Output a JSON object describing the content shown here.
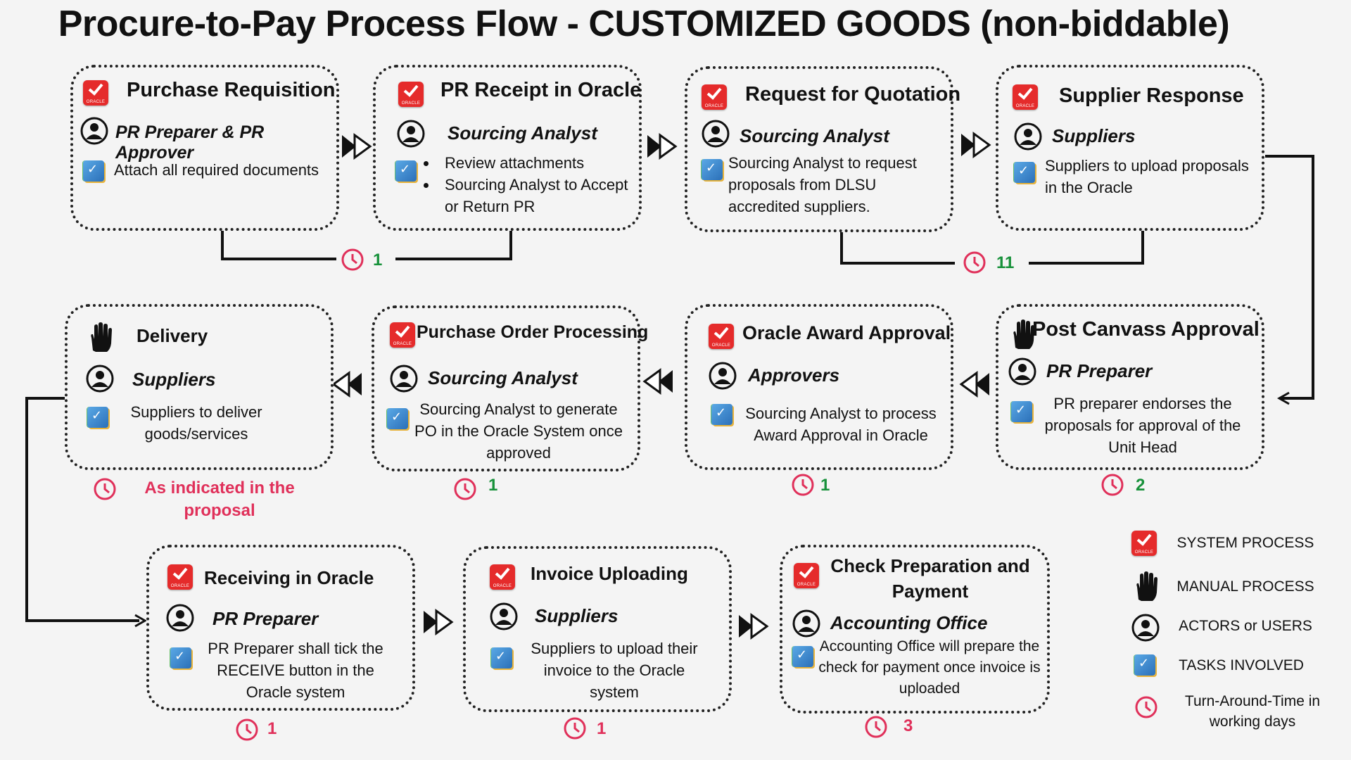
{
  "title": "Procure-to-Pay Process Flow - CUSTOMIZED GOODS (non-biddable)",
  "colors": {
    "system_red": "#e52b2b",
    "tat_green": "#17913a",
    "tat_red": "#e0305a",
    "border": "#222222"
  },
  "steps": [
    {
      "title": "Purchase Requisition",
      "actor": "PR Preparer & PR Approver",
      "task": "Attach all required documents",
      "type": "system"
    },
    {
      "title": "PR Receipt in Oracle",
      "actor": "Sourcing Analyst",
      "tasks": [
        "Review attachments",
        "Sourcing Analyst to Accept or Return PR"
      ],
      "type": "system"
    },
    {
      "title": "Request for Quotation",
      "actor": "Sourcing Analyst",
      "task": "Sourcing Analyst to request proposals from DLSU accredited suppliers.",
      "type": "system"
    },
    {
      "title": "Supplier Response",
      "actor": "Suppliers",
      "task": "Suppliers to upload proposals in the Oracle",
      "type": "system"
    },
    {
      "title": "Post Canvass Approval",
      "actor": "PR Preparer",
      "task": "PR preparer endorses the proposals for approval of the Unit Head",
      "type": "manual",
      "tat": "2"
    },
    {
      "title": "Oracle Award Approval",
      "actor": "Approvers",
      "task": "Sourcing Analyst to process Award Approval in Oracle",
      "type": "system",
      "tat": "1"
    },
    {
      "title": "Purchase Order Processing",
      "actor": "Sourcing Analyst",
      "task": "Sourcing Analyst to generate PO in the Oracle System once approved",
      "type": "system",
      "tat": "1"
    },
    {
      "title": "Delivery",
      "actor": "Suppliers",
      "task": "Suppliers to deliver goods/services",
      "type": "manual",
      "tat": "As indicated in the proposal"
    },
    {
      "title": "Receiving in Oracle",
      "actor": "PR Preparer",
      "task": "PR Preparer shall tick the RECEIVE button in the Oracle system",
      "type": "system",
      "tat": "1"
    },
    {
      "title": "Invoice Uploading",
      "actor": "Suppliers",
      "task": "Suppliers to upload their invoice to the Oracle system",
      "type": "system",
      "tat": "1"
    },
    {
      "title": "Check Preparation and Payment",
      "actor": "Accounting Office",
      "task": "Accounting Office will prepare the check for payment once invoice is uploaded",
      "type": "system",
      "tat": "3"
    }
  ],
  "grouped_tat": {
    "steps_1_2": "1",
    "steps_3_4": "11"
  },
  "legend": [
    {
      "icon": "oracle-check-icon",
      "label": "SYSTEM PROCESS"
    },
    {
      "icon": "hand-icon",
      "label": "MANUAL PROCESS"
    },
    {
      "icon": "user-icon",
      "label": "ACTORS or USERS"
    },
    {
      "icon": "task-icon",
      "label": "TASKS INVOLVED"
    },
    {
      "icon": "clock-icon",
      "label": "Turn-Around-Time in working days"
    }
  ]
}
